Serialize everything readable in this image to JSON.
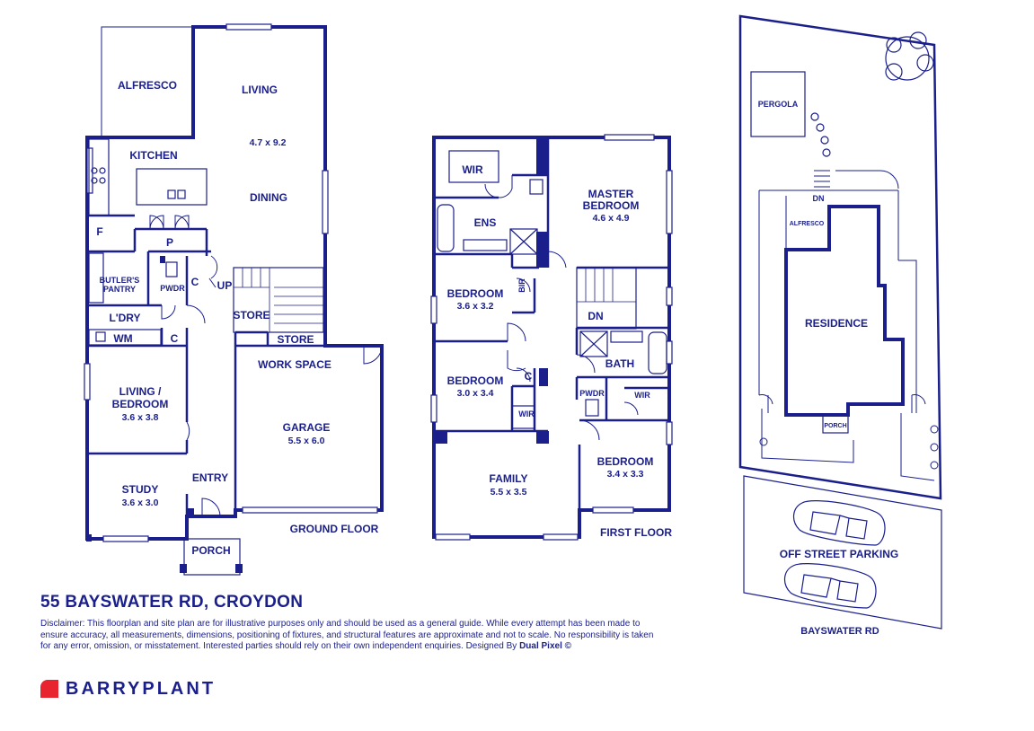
{
  "address": "55 BAYSWATER RD, CROYDON",
  "disclaimer": {
    "text": "Disclaimer: This floorplan and site plan are for illustrative purposes only and should be used as a general guide. While every attempt has been made to ensure accuracy, all measurements, dimensions, positioning of fixtures, and structural features are approximate and not to scale. No responsibility is taken for any error, omission, or misstatement. Interested parties should rely on their own independent enquiries. Designed By",
    "designer": "Dual Pixel ©"
  },
  "brand": {
    "name": "BARRYPLANT",
    "color": "#e8252f"
  },
  "colors": {
    "ink": "#1a1f8c",
    "brand_red": "#e8252f"
  },
  "ground_floor": {
    "title": "GROUND FLOOR",
    "alfresco": "ALFRESCO",
    "living": "LIVING",
    "living_dim": "4.7 x 9.2",
    "kitchen": "KITCHEN",
    "dining": "DINING",
    "fridge": "F",
    "pantry": "P",
    "butlers_pantry": "BUTLER'S\nPANTRY",
    "powder": "PWDR",
    "cupboard": "C",
    "up": "UP",
    "laundry": "L'DRY",
    "washing_machine": "WM",
    "laundry_cupboard": "C",
    "store": "STORE",
    "store2": "STORE",
    "work_space": "WORK SPACE",
    "living_bedroom": "LIVING /\nBEDROOM",
    "living_bedroom_dim": "3.6 x 3.8",
    "garage": "GARAGE",
    "garage_dim": "5.5 x 6.0",
    "study": "STUDY",
    "study_dim": "3.6 x 3.0",
    "entry": "ENTRY",
    "porch": "PORCH"
  },
  "first_floor": {
    "title": "FIRST FLOOR",
    "wir": "WIR",
    "ens": "ENS",
    "master": "MASTER\nBEDROOM",
    "master_dim": "4.6 x 4.9",
    "bedroom1": "BEDROOM",
    "bedroom1_dim": "3.6 x 3.2",
    "bir": "BIR",
    "dn": "DN",
    "bedroom2": "BEDROOM",
    "bedroom2_dim": "3.0 x 3.4",
    "cupboard": "C",
    "wir2": "WIR",
    "bath": "BATH",
    "powder": "PWDR",
    "wir3": "WIR",
    "family": "FAMILY",
    "family_dim": "5.5 x 3.5",
    "bedroom3": "BEDROOM",
    "bedroom3_dim": "3.4 x 3.3"
  },
  "site_plan": {
    "pergola": "PERGOLA",
    "dn": "DN",
    "alfresco": "ALFRESCO",
    "residence": "RESIDENCE",
    "porch": "PORCH",
    "parking": "OFF STREET PARKING",
    "street": "BAYSWATER RD"
  }
}
